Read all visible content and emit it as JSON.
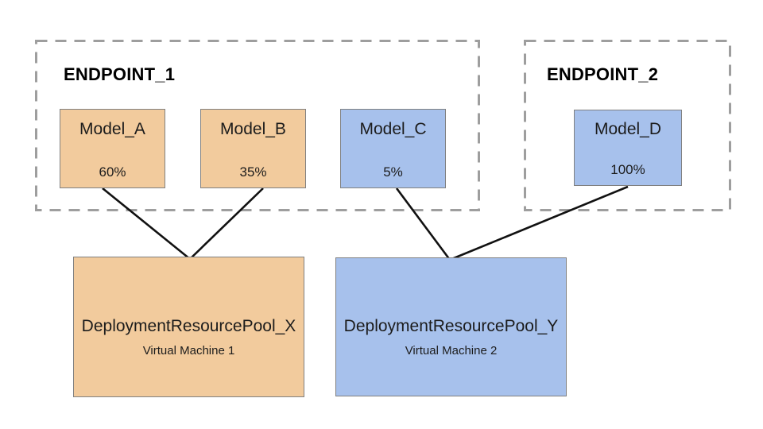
{
  "colors": {
    "model_orange": "#F2CB9D",
    "model_blue": "#A7C1EC",
    "dashed_border": "#9E9E9E",
    "solid_border": "#808080",
    "connector": "#111111",
    "text": "#1C1C1C",
    "background": "#FFFFFF"
  },
  "endpoints": [
    {
      "title": "ENDPOINT_1",
      "models": [
        {
          "name": "Model_A",
          "traffic_split": "60%",
          "color": "orange"
        },
        {
          "name": "Model_B",
          "traffic_split": "35%",
          "color": "orange"
        },
        {
          "name": "Model_C",
          "traffic_split": "5%",
          "color": "blue"
        }
      ]
    },
    {
      "title": "ENDPOINT_2",
      "models": [
        {
          "name": "Model_D",
          "traffic_split": "100%",
          "color": "blue"
        }
      ]
    }
  ],
  "pools": [
    {
      "name": "DeploymentResourcePool_X",
      "machine": "Virtual Machine 1",
      "color": "orange"
    },
    {
      "name": "DeploymentResourcePool_Y",
      "machine": "Virtual Machine 2",
      "color": "blue"
    }
  ],
  "connections": [
    {
      "from": "Model_A",
      "to": "DeploymentResourcePool_X"
    },
    {
      "from": "Model_B",
      "to": "DeploymentResourcePool_X"
    },
    {
      "from": "Model_C",
      "to": "DeploymentResourcePool_Y"
    },
    {
      "from": "Model_D",
      "to": "DeploymentResourcePool_Y"
    }
  ]
}
